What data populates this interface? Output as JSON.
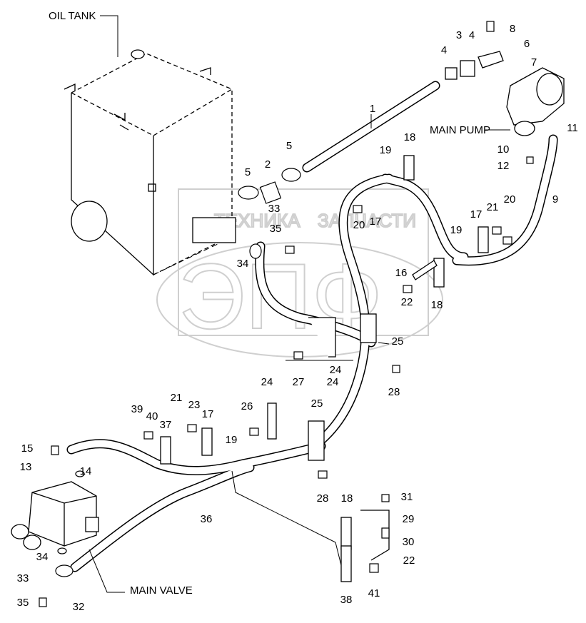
{
  "diagram": {
    "watermark": {
      "line1": "ТЕХНИКА",
      "line2": "ЗАПЧАСТИ",
      "logo": "ЭПФ"
    },
    "callouts": {
      "oil_tank": "OIL TANK",
      "main_pump": "MAIN PUMP",
      "main_valve": "MAIN VALVE"
    },
    "part_numbers": [
      "8",
      "6",
      "4",
      "3",
      "4",
      "7",
      "1",
      "11",
      "10",
      "12",
      "18",
      "19",
      "5",
      "5",
      "2",
      "9",
      "20",
      "20",
      "21",
      "21",
      "17",
      "17",
      "17",
      "33",
      "33",
      "35",
      "35",
      "34",
      "34",
      "19",
      "19",
      "16",
      "22",
      "22",
      "18",
      "18",
      "25",
      "25",
      "24",
      "24",
      "24",
      "27",
      "28",
      "28",
      "26",
      "39",
      "40",
      "37",
      "23",
      "15",
      "13",
      "14",
      "36",
      "31",
      "29",
      "30",
      "41",
      "38",
      "32"
    ],
    "colors": {
      "line": "#000000",
      "watermark": "#cfcfcf",
      "background": "#ffffff"
    }
  }
}
